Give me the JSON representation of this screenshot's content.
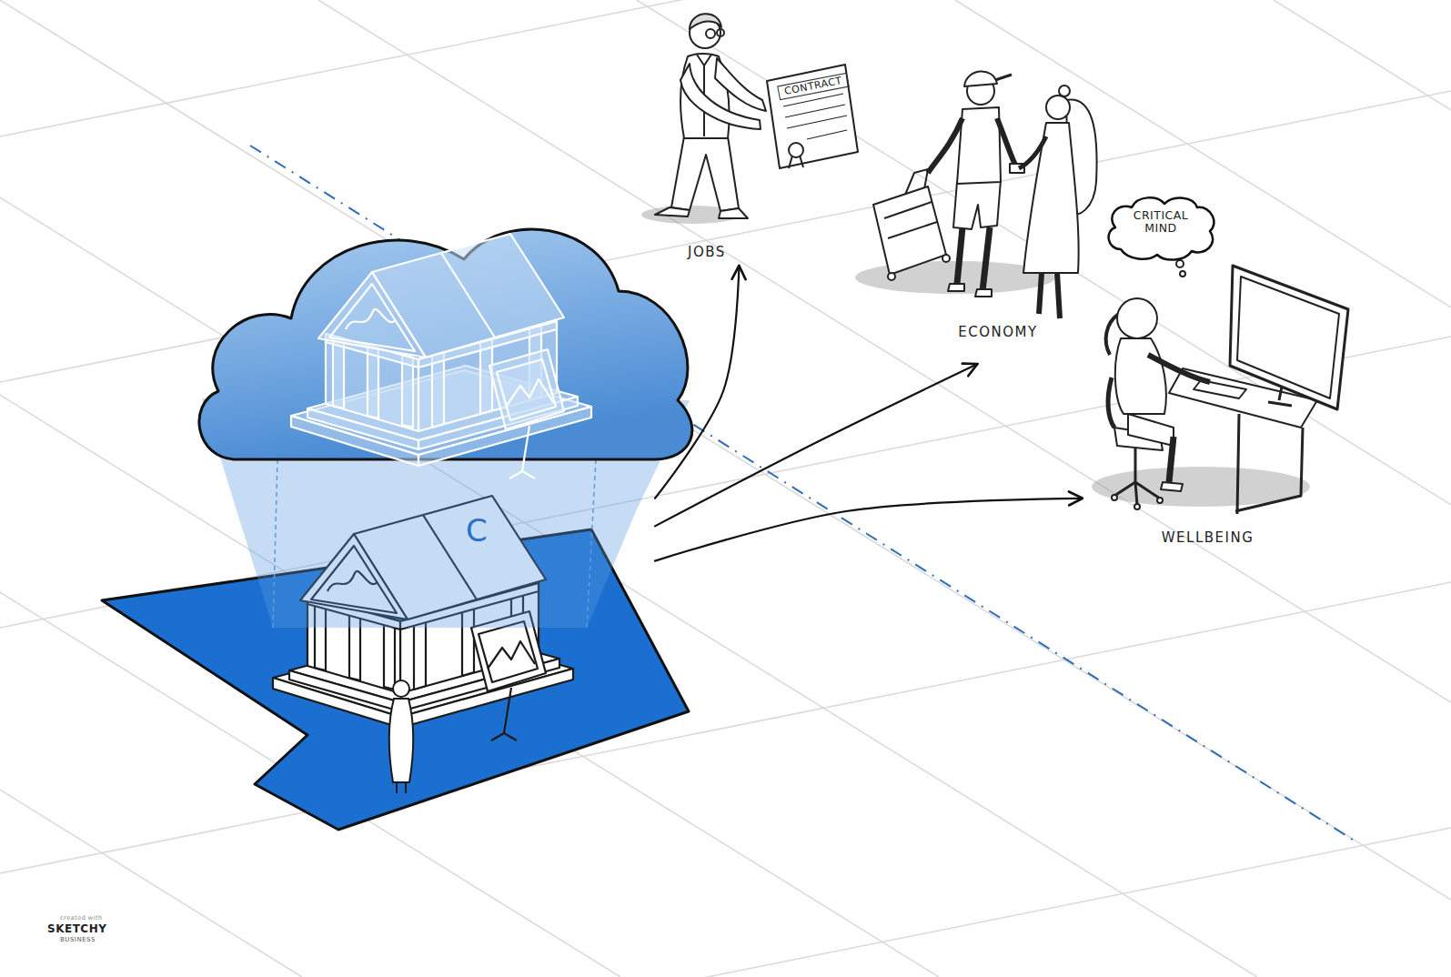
{
  "diagram": {
    "nodes": [
      {
        "text": [
          "C"
        ]
      },
      {
        "text": [
          "JOBS"
        ]
      },
      {
        "text": [
          "CONTRACT"
        ],
        "in": 1
      },
      {
        "text": [
          "ECONOMY"
        ]
      },
      {
        "text": [
          "WELLBEING"
        ]
      },
      {
        "text": [
          "CRITICAL MIND"
        ],
        "in": 4
      }
    ],
    "edges": [
      {
        "from": 0,
        "to": 1,
        "arrow": "to"
      },
      {
        "from": 0,
        "to": 3,
        "arrow": "to"
      },
      {
        "from": 0,
        "to": 4,
        "arrow": "to"
      }
    ],
    "labels": [
      "created with",
      "SKETCHY",
      "BUSINESS"
    ]
  }
}
